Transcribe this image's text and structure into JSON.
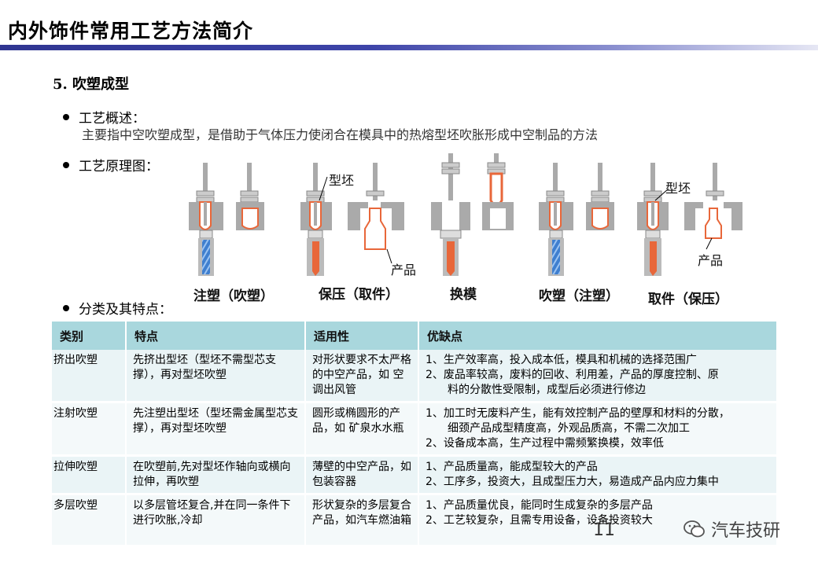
{
  "title": "内外饰件常用工艺方法简介",
  "section": "5.  吹塑成型",
  "bullets": {
    "overview_label": "工艺概述：",
    "overview_text": "主要指中空吹塑成型，是借助于气体压力使闭合在模具中的热熔型坯吹胀形成中空制品的方法",
    "principle_label": "工艺原理图：",
    "classification_label": "分类及其特点："
  },
  "diagram": {
    "stages": [
      "注塑（吹塑）",
      "保压（取件）",
      "换模",
      "吹塑（注塑）",
      "取件（保压）"
    ],
    "callouts": {
      "parison_1": "型坯",
      "product_1": "产品",
      "parison_2": "型坯",
      "product_2": "产品"
    },
    "colors": {
      "mold": "#aaaaaa",
      "parison": "#e8673a",
      "screw": "#3f7fcf"
    }
  },
  "table": {
    "headers": [
      "类别",
      "特点",
      "适用性",
      "优缺点"
    ],
    "rows": [
      {
        "category": "挤出吹塑",
        "feature": "先挤出型坯（型坯不需型芯支撑），再对型坯吹塑",
        "application": "对形状要求不太严格的中空产品，如 空调出风管",
        "pros_cons": [
          "1、生产效率高，投入成本低，模具和机械的选择范围广",
          "2、废品率较高，废料的回收、利用差，产品的厚度控制、原",
          "料的分散性受限制，成型后必须进行修边"
        ]
      },
      {
        "category": "注射吹塑",
        "feature": "先注塑出型坯（型坯需金属型芯支撑），再对型坯吹塑",
        "application": "圆形或椭圆形的产品，如 矿泉水水瓶",
        "pros_cons": [
          "1、加工时无废料产生，能有效控制产品的壁厚和材料的分散，",
          "细颈产品成型精度高，外观品质高，不需二次加工",
          "2、设备成本高，生产过程中需频繁换模，效率低"
        ]
      },
      {
        "category": "拉伸吹塑",
        "feature": "在吹塑前,先对型坯作轴向或横向拉伸，再吹塑",
        "application": "薄壁的中空产品，如包装容器",
        "pros_cons": [
          "1、产品质量高，能成型较大的产品",
          "2、工序多，投资大，且成型压力大，易造成产品内应力集中"
        ]
      },
      {
        "category": "多层吹塑",
        "feature": "以多层管坯复合,并在同一条件下进行吹胀,冷却",
        "application": "形状复杂的多层复合产品，如汽车燃油箱",
        "pros_cons": [
          "1、产品质量优良，能同时生成复杂的多层产品",
          "2、工艺较复杂，且需专用设备，设备投资较大"
        ]
      }
    ]
  },
  "page_number": "11",
  "watermark": "汽车技研"
}
